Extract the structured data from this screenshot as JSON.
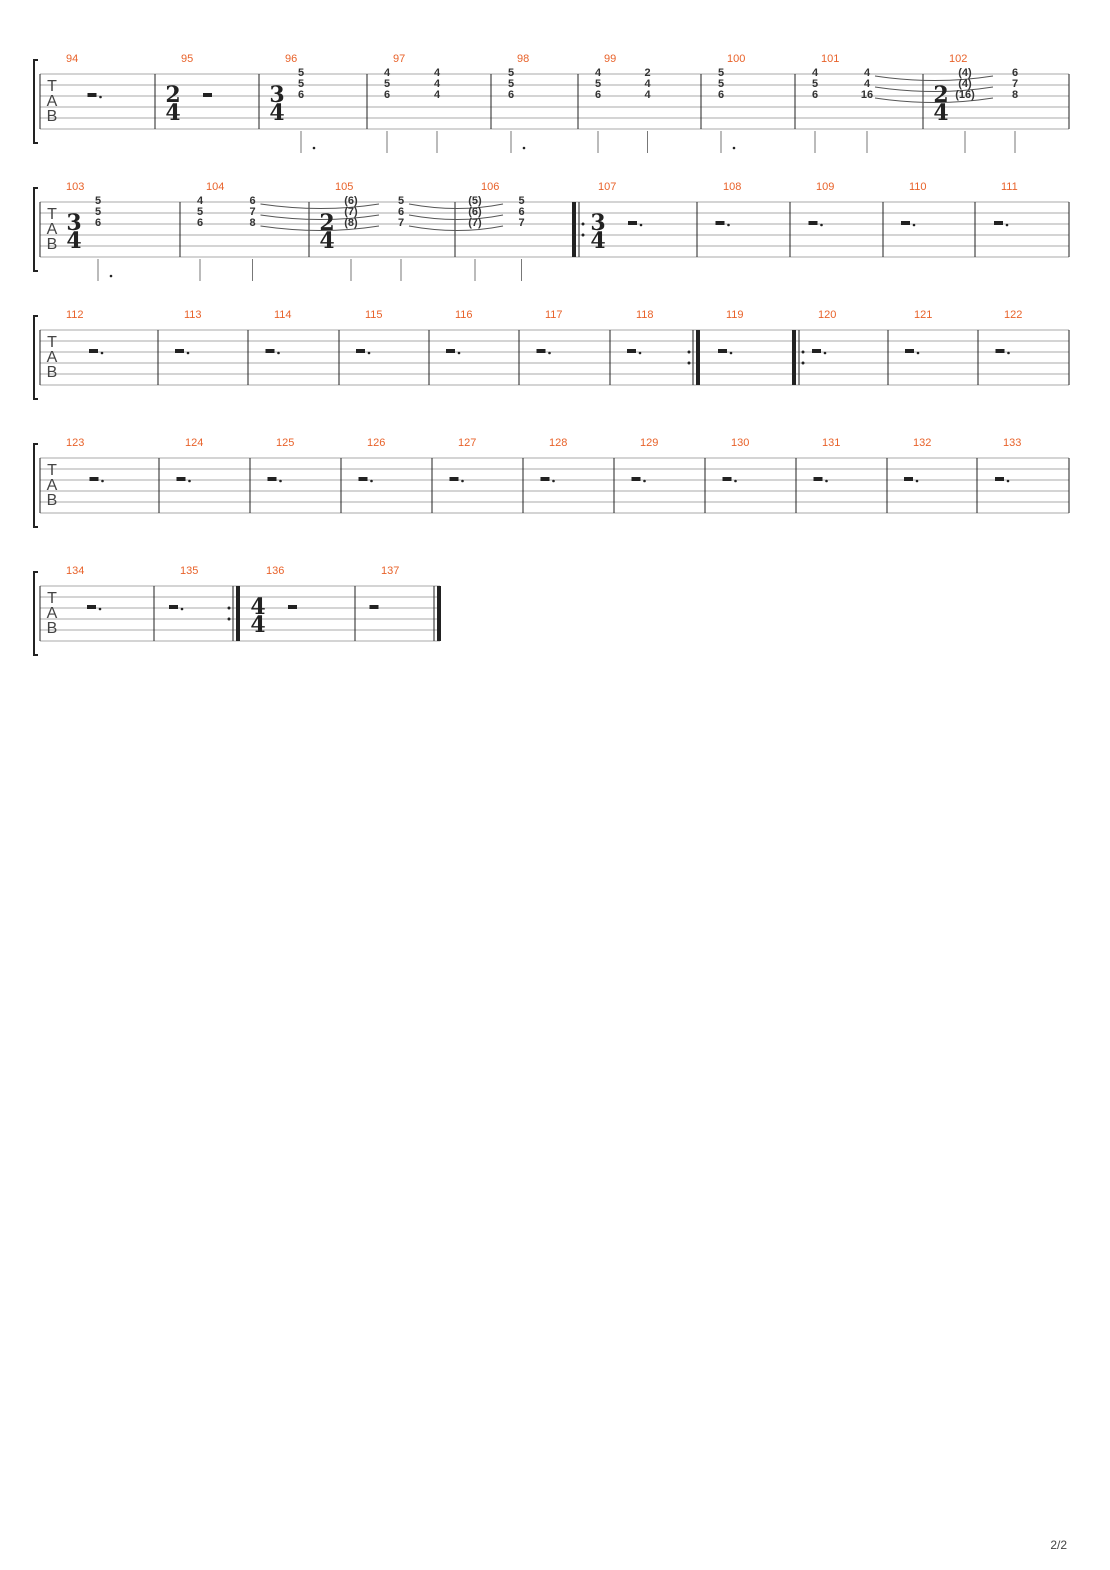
{
  "tab_clef": [
    "T",
    "A",
    "B"
  ],
  "page_number": "2/2",
  "systems": [
    {
      "measures": [
        {
          "number": "94",
          "rest": "dotted-half"
        },
        {
          "number": "95",
          "timesig": [
            "2",
            "4"
          ],
          "rest": "half"
        },
        {
          "number": "96",
          "timesig": [
            "3",
            "4"
          ],
          "beats": [
            {
              "frets": [
                "5",
                "5",
                "6"
              ],
              "stem": "dotted-half"
            }
          ]
        },
        {
          "number": "97",
          "beats": [
            {
              "frets": [
                "4",
                "5",
                "6"
              ],
              "stem": "quarter"
            },
            {
              "frets": [
                "4",
                "4",
                "4"
              ],
              "stem": "half"
            }
          ]
        },
        {
          "number": "98",
          "beats": [
            {
              "frets": [
                "5",
                "5",
                "6"
              ],
              "stem": "dotted-half"
            }
          ]
        },
        {
          "number": "99",
          "beats": [
            {
              "frets": [
                "4",
                "5",
                "6"
              ],
              "stem": "quarter"
            },
            {
              "frets": [
                "2",
                "4",
                "4"
              ],
              "stem": "half"
            }
          ]
        },
        {
          "number": "100",
          "beats": [
            {
              "frets": [
                "5",
                "5",
                "6"
              ],
              "stem": "dotted-half"
            }
          ]
        },
        {
          "number": "101",
          "beats": [
            {
              "frets": [
                "4",
                "5",
                "6"
              ],
              "stem": "quarter"
            },
            {
              "frets": [
                "4",
                "4",
                "16"
              ],
              "stem": "half",
              "tie": true
            }
          ]
        },
        {
          "number": "102",
          "timesig": [
            "2",
            "4"
          ],
          "beats": [
            {
              "frets": [
                "(4)",
                "(4)",
                "(16)"
              ],
              "stem": "quarter"
            },
            {
              "frets": [
                "6",
                "7",
                "8"
              ],
              "stem": "quarter"
            }
          ]
        }
      ]
    },
    {
      "measures": [
        {
          "number": "103",
          "timesig": [
            "3",
            "4"
          ],
          "beats": [
            {
              "frets": [
                "5",
                "5",
                "6"
              ],
              "stem": "dotted-half"
            }
          ]
        },
        {
          "number": "104",
          "beats": [
            {
              "frets": [
                "4",
                "5",
                "6"
              ],
              "stem": "quarter"
            },
            {
              "frets": [
                "6",
                "7",
                "8"
              ],
              "stem": "half",
              "tie": true
            }
          ]
        },
        {
          "number": "105",
          "timesig": [
            "2",
            "4"
          ],
          "beats": [
            {
              "frets": [
                "(6)",
                "(7)",
                "(8)"
              ],
              "stem": "quarter"
            },
            {
              "frets": [
                "5",
                "6",
                "7"
              ],
              "stem": "quarter",
              "tie": true
            }
          ]
        },
        {
          "number": "106",
          "beats": [
            {
              "frets": [
                "(5)",
                "(6)",
                "(7)"
              ],
              "stem": "quarter"
            },
            {
              "frets": [
                "5",
                "6",
                "7"
              ],
              "stem": "quarter"
            }
          ]
        },
        {
          "number": "107",
          "timesig": [
            "3",
            "4"
          ],
          "repeat_start": true,
          "rest": "dotted-half"
        },
        {
          "number": "108",
          "rest": "dotted-half"
        },
        {
          "number": "109",
          "rest": "dotted-half"
        },
        {
          "number": "110",
          "rest": "dotted-half"
        },
        {
          "number": "111",
          "rest": "dotted-half"
        }
      ]
    },
    {
      "measures": [
        {
          "number": "112",
          "rest": "dotted-half"
        },
        {
          "number": "113",
          "rest": "dotted-half"
        },
        {
          "number": "114",
          "rest": "dotted-half"
        },
        {
          "number": "115",
          "rest": "dotted-half"
        },
        {
          "number": "116",
          "rest": "dotted-half"
        },
        {
          "number": "117",
          "rest": "dotted-half"
        },
        {
          "number": "118",
          "rest": "dotted-half",
          "repeat_end": true
        },
        {
          "number": "119",
          "rest": "dotted-half"
        },
        {
          "number": "120",
          "repeat_start": true,
          "rest": "dotted-half"
        },
        {
          "number": "121",
          "rest": "dotted-half"
        },
        {
          "number": "122",
          "rest": "dotted-half"
        }
      ]
    },
    {
      "measures": [
        {
          "number": "123",
          "rest": "dotted-half"
        },
        {
          "number": "124",
          "rest": "dotted-half"
        },
        {
          "number": "125",
          "rest": "dotted-half"
        },
        {
          "number": "126",
          "rest": "dotted-half"
        },
        {
          "number": "127",
          "rest": "dotted-half"
        },
        {
          "number": "128",
          "rest": "dotted-half"
        },
        {
          "number": "129",
          "rest": "dotted-half"
        },
        {
          "number": "130",
          "rest": "dotted-half"
        },
        {
          "number": "131",
          "rest": "dotted-half"
        },
        {
          "number": "132",
          "rest": "dotted-half"
        },
        {
          "number": "133",
          "rest": "dotted-half"
        }
      ]
    },
    {
      "measures": [
        {
          "number": "134",
          "rest": "dotted-half"
        },
        {
          "number": "135",
          "rest": "dotted-half",
          "repeat_end": true
        },
        {
          "number": "136",
          "timesig": [
            "4",
            "4"
          ],
          "rest": "half"
        },
        {
          "number": "137",
          "rest": "half",
          "final": true
        }
      ]
    }
  ]
}
